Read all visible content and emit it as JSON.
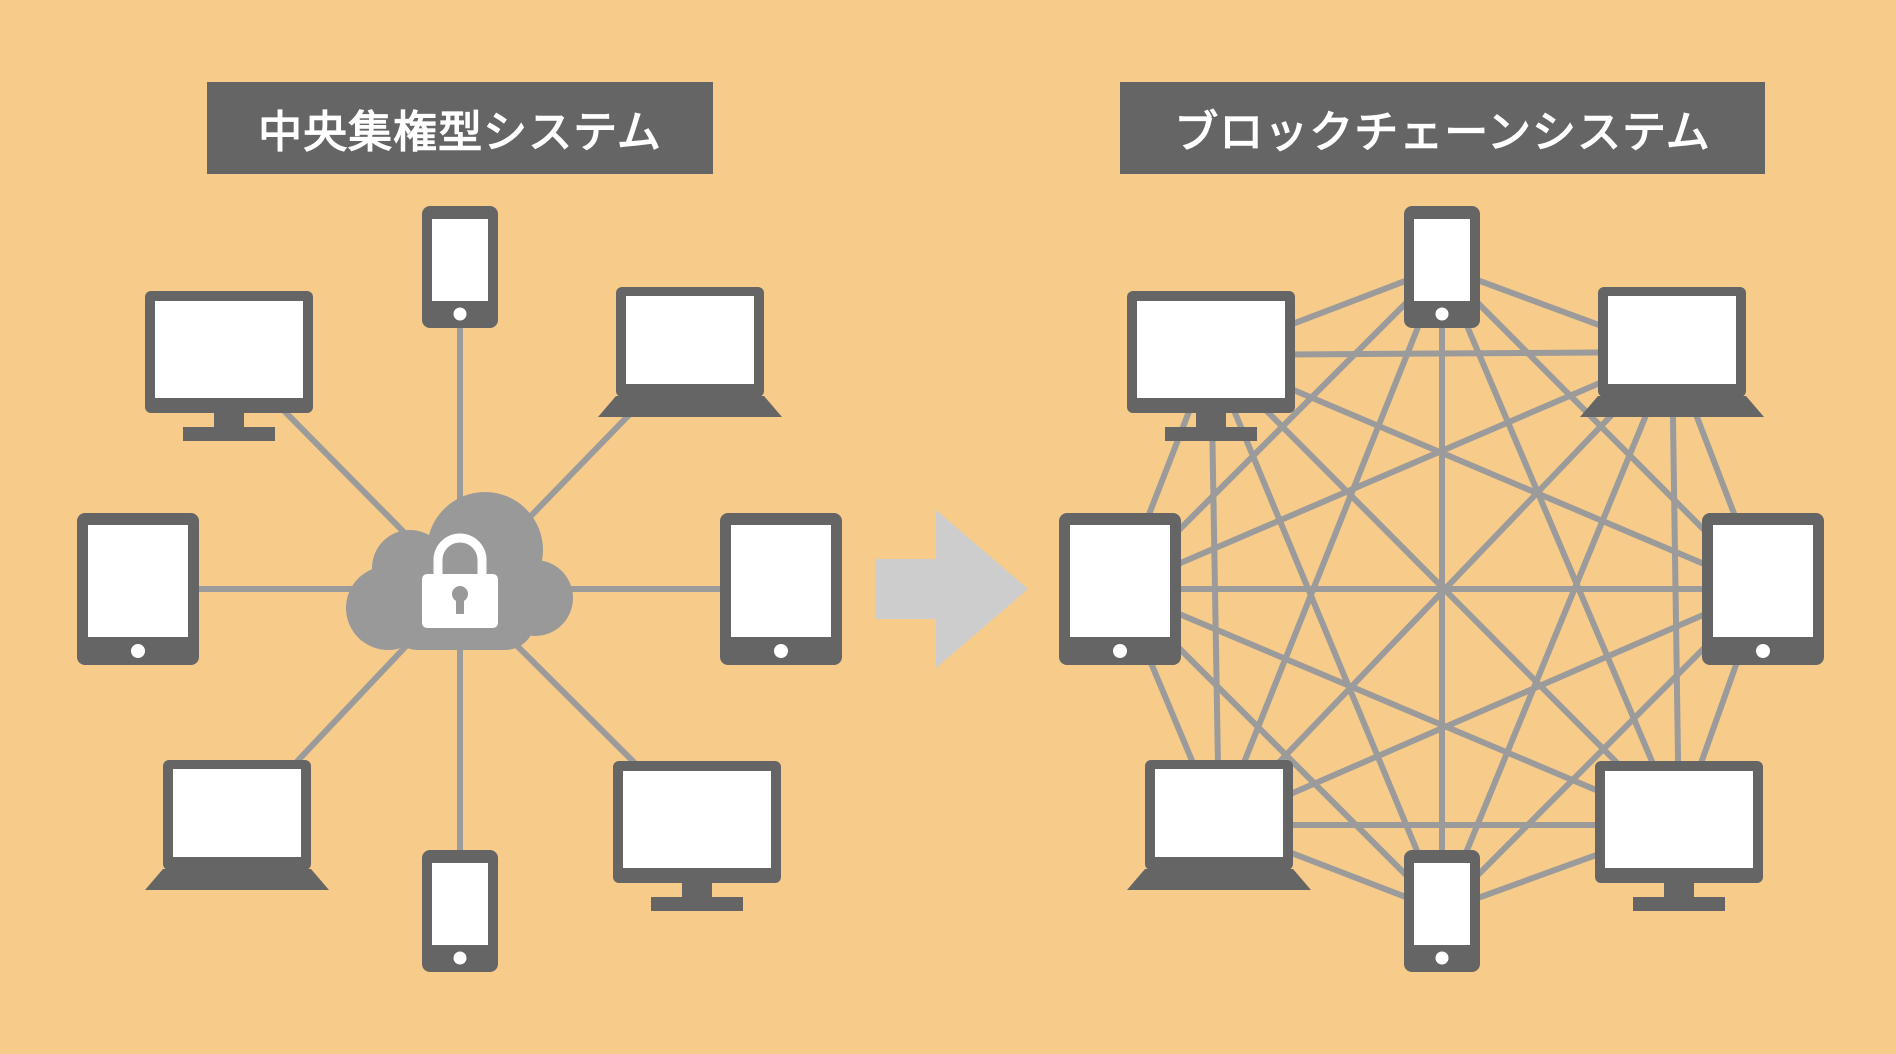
{
  "colors": {
    "background": "#F7CC8A",
    "device": "#656565",
    "screen": "#FFFFFF",
    "line": "#9B9B9B",
    "cloud": "#999999",
    "arrow": "#CDCDCD"
  },
  "centralized": {
    "title": "中央集権型システム",
    "hub_icon": "cloud-lock-icon",
    "devices": [
      {
        "type": "phone"
      },
      {
        "type": "laptop"
      },
      {
        "type": "tablet"
      },
      {
        "type": "monitor"
      },
      {
        "type": "phone"
      },
      {
        "type": "laptop"
      },
      {
        "type": "tablet"
      },
      {
        "type": "monitor"
      }
    ]
  },
  "blockchain": {
    "title": "ブロックチェーンシステム",
    "devices": [
      {
        "type": "phone"
      },
      {
        "type": "laptop"
      },
      {
        "type": "tablet"
      },
      {
        "type": "monitor"
      },
      {
        "type": "phone"
      },
      {
        "type": "laptop"
      },
      {
        "type": "tablet"
      },
      {
        "type": "monitor"
      }
    ]
  },
  "arrow_icon": "arrow-right-icon"
}
